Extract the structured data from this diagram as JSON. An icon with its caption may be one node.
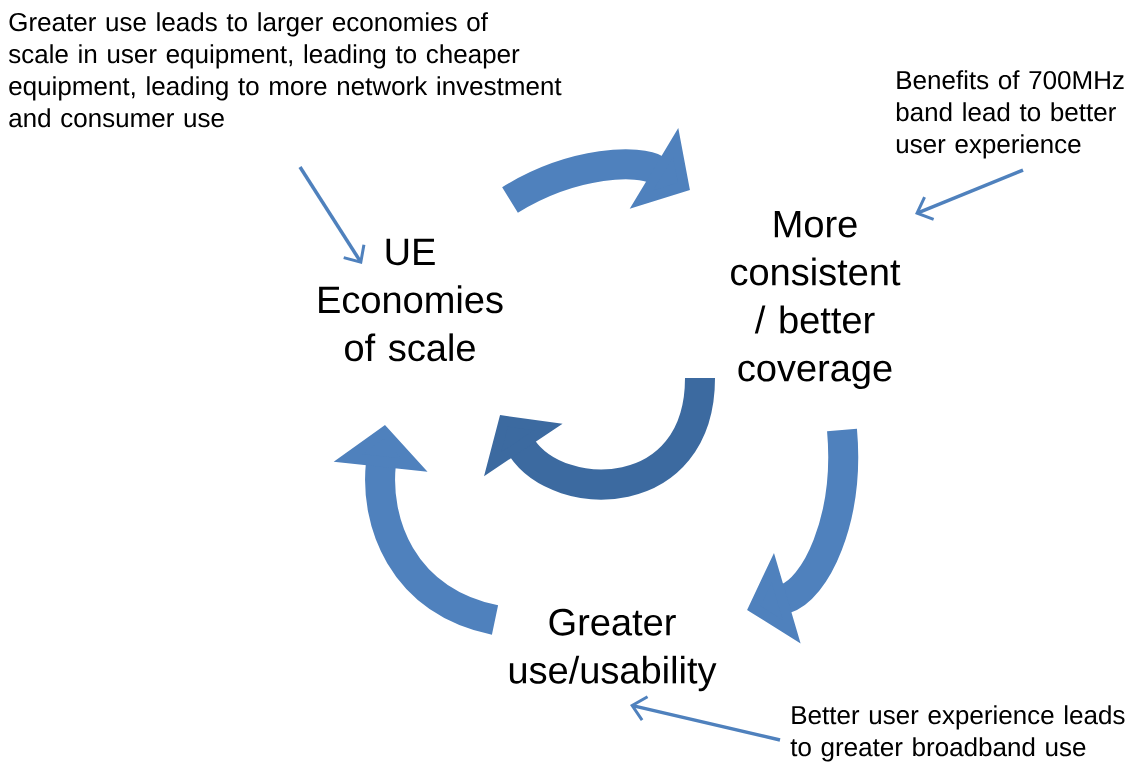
{
  "diagram": {
    "nodes": [
      {
        "text": [
          "UE Economies of scale"
        ]
      },
      {
        "text": [
          "More consistent / better coverage"
        ]
      },
      {
        "text": [
          "Greater use/usability"
        ]
      },
      {
        "text": [
          "Greater use leads to larger economies of scale in user equipment, leading to cheaper equipment, leading to more network investment and consumer use"
        ]
      },
      {
        "text": [
          "Benefits of 700MHz band lead to better user experience"
        ]
      },
      {
        "text": [
          "Better user experience leads to greater broadband use"
        ]
      }
    ],
    "edges": [
      {
        "from": 0,
        "to": 1,
        "arrow": "to"
      },
      {
        "from": 1,
        "to": 2,
        "arrow": "to"
      },
      {
        "from": 2,
        "to": 0,
        "arrow": "to"
      },
      {
        "from": 1,
        "to": 0,
        "arrow": "to",
        "color": "#3c6aa0"
      },
      {
        "from": 3,
        "to": 0,
        "arrow": "to"
      },
      {
        "from": 4,
        "to": 1,
        "arrow": "to"
      },
      {
        "from": 5,
        "to": 2,
        "arrow": "to"
      }
    ]
  }
}
